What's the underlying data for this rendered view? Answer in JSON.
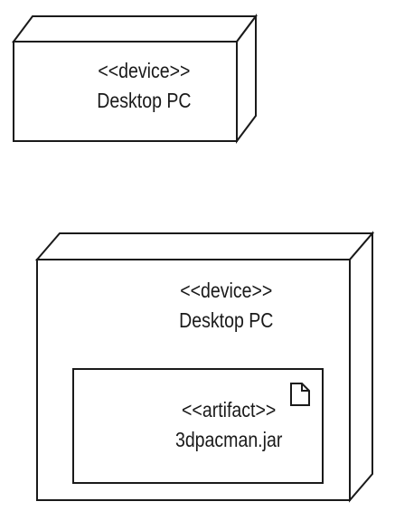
{
  "node_small": {
    "stereotype": "<<device>>",
    "name": "Desktop PC"
  },
  "node_large": {
    "stereotype": "<<device>>",
    "name": "Desktop PC",
    "artifact": {
      "stereotype": "<<artifact>>",
      "name": "3dpacman.jar",
      "icon": "document-icon"
    }
  }
}
